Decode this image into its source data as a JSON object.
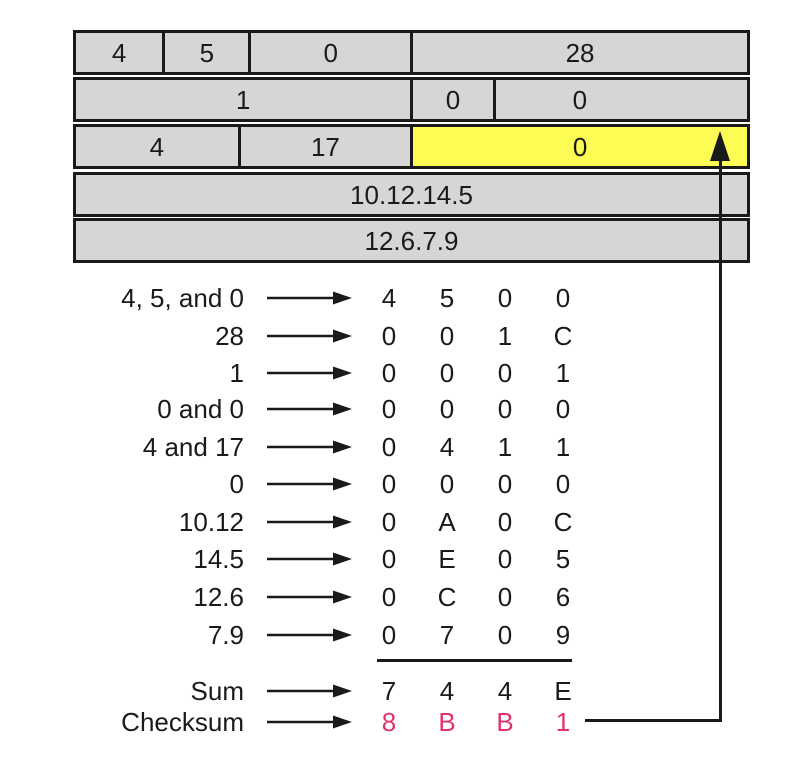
{
  "figure": {
    "description": "IP header checksum calculation diagram"
  },
  "colors": {
    "ink": "#1a1a1a",
    "cell_gray": "#d6d6d6",
    "highlight_yellow": "#fcfc54",
    "checksum_pink": "#e0336e"
  },
  "packet_table": {
    "rows": [
      {
        "cells": [
          {
            "label": "4"
          },
          {
            "label": "5"
          },
          {
            "label": "0"
          },
          {
            "label": "28"
          }
        ]
      },
      {
        "cells": [
          {
            "label": "1"
          },
          {
            "label": "0"
          },
          {
            "label": "0"
          }
        ]
      },
      {
        "cells": [
          {
            "label": "4"
          },
          {
            "label": "17"
          },
          {
            "label": "0",
            "highlighted": true
          }
        ]
      },
      {
        "cells": [
          {
            "label": "10.12.14.5"
          }
        ]
      },
      {
        "cells": [
          {
            "label": "12.6.7.9"
          }
        ]
      }
    ]
  },
  "calc": {
    "rows": [
      {
        "label": "4, 5, and 0",
        "digits": [
          "4",
          "5",
          "0",
          "0"
        ]
      },
      {
        "label": "28",
        "digits": [
          "0",
          "0",
          "1",
          "C"
        ]
      },
      {
        "label": "1",
        "digits": [
          "0",
          "0",
          "0",
          "1"
        ]
      },
      {
        "label": "0 and 0",
        "digits": [
          "0",
          "0",
          "0",
          "0"
        ]
      },
      {
        "label": "4 and 17",
        "digits": [
          "0",
          "4",
          "1",
          "1"
        ]
      },
      {
        "label": "0",
        "digits": [
          "0",
          "0",
          "0",
          "0"
        ]
      },
      {
        "label": "10.12",
        "digits": [
          "0",
          "A",
          "0",
          "C"
        ]
      },
      {
        "label": "14.5",
        "digits": [
          "0",
          "E",
          "0",
          "5"
        ]
      },
      {
        "label": "12.6",
        "digits": [
          "0",
          "C",
          "0",
          "6"
        ]
      },
      {
        "label": "7.9",
        "digits": [
          "0",
          "7",
          "0",
          "9"
        ]
      }
    ],
    "sum": {
      "label": "Sum",
      "digits": [
        "7",
        "4",
        "4",
        "E"
      ]
    },
    "checksum": {
      "label": "Checksum",
      "digits": [
        "8",
        "B",
        "B",
        "1"
      ]
    }
  }
}
